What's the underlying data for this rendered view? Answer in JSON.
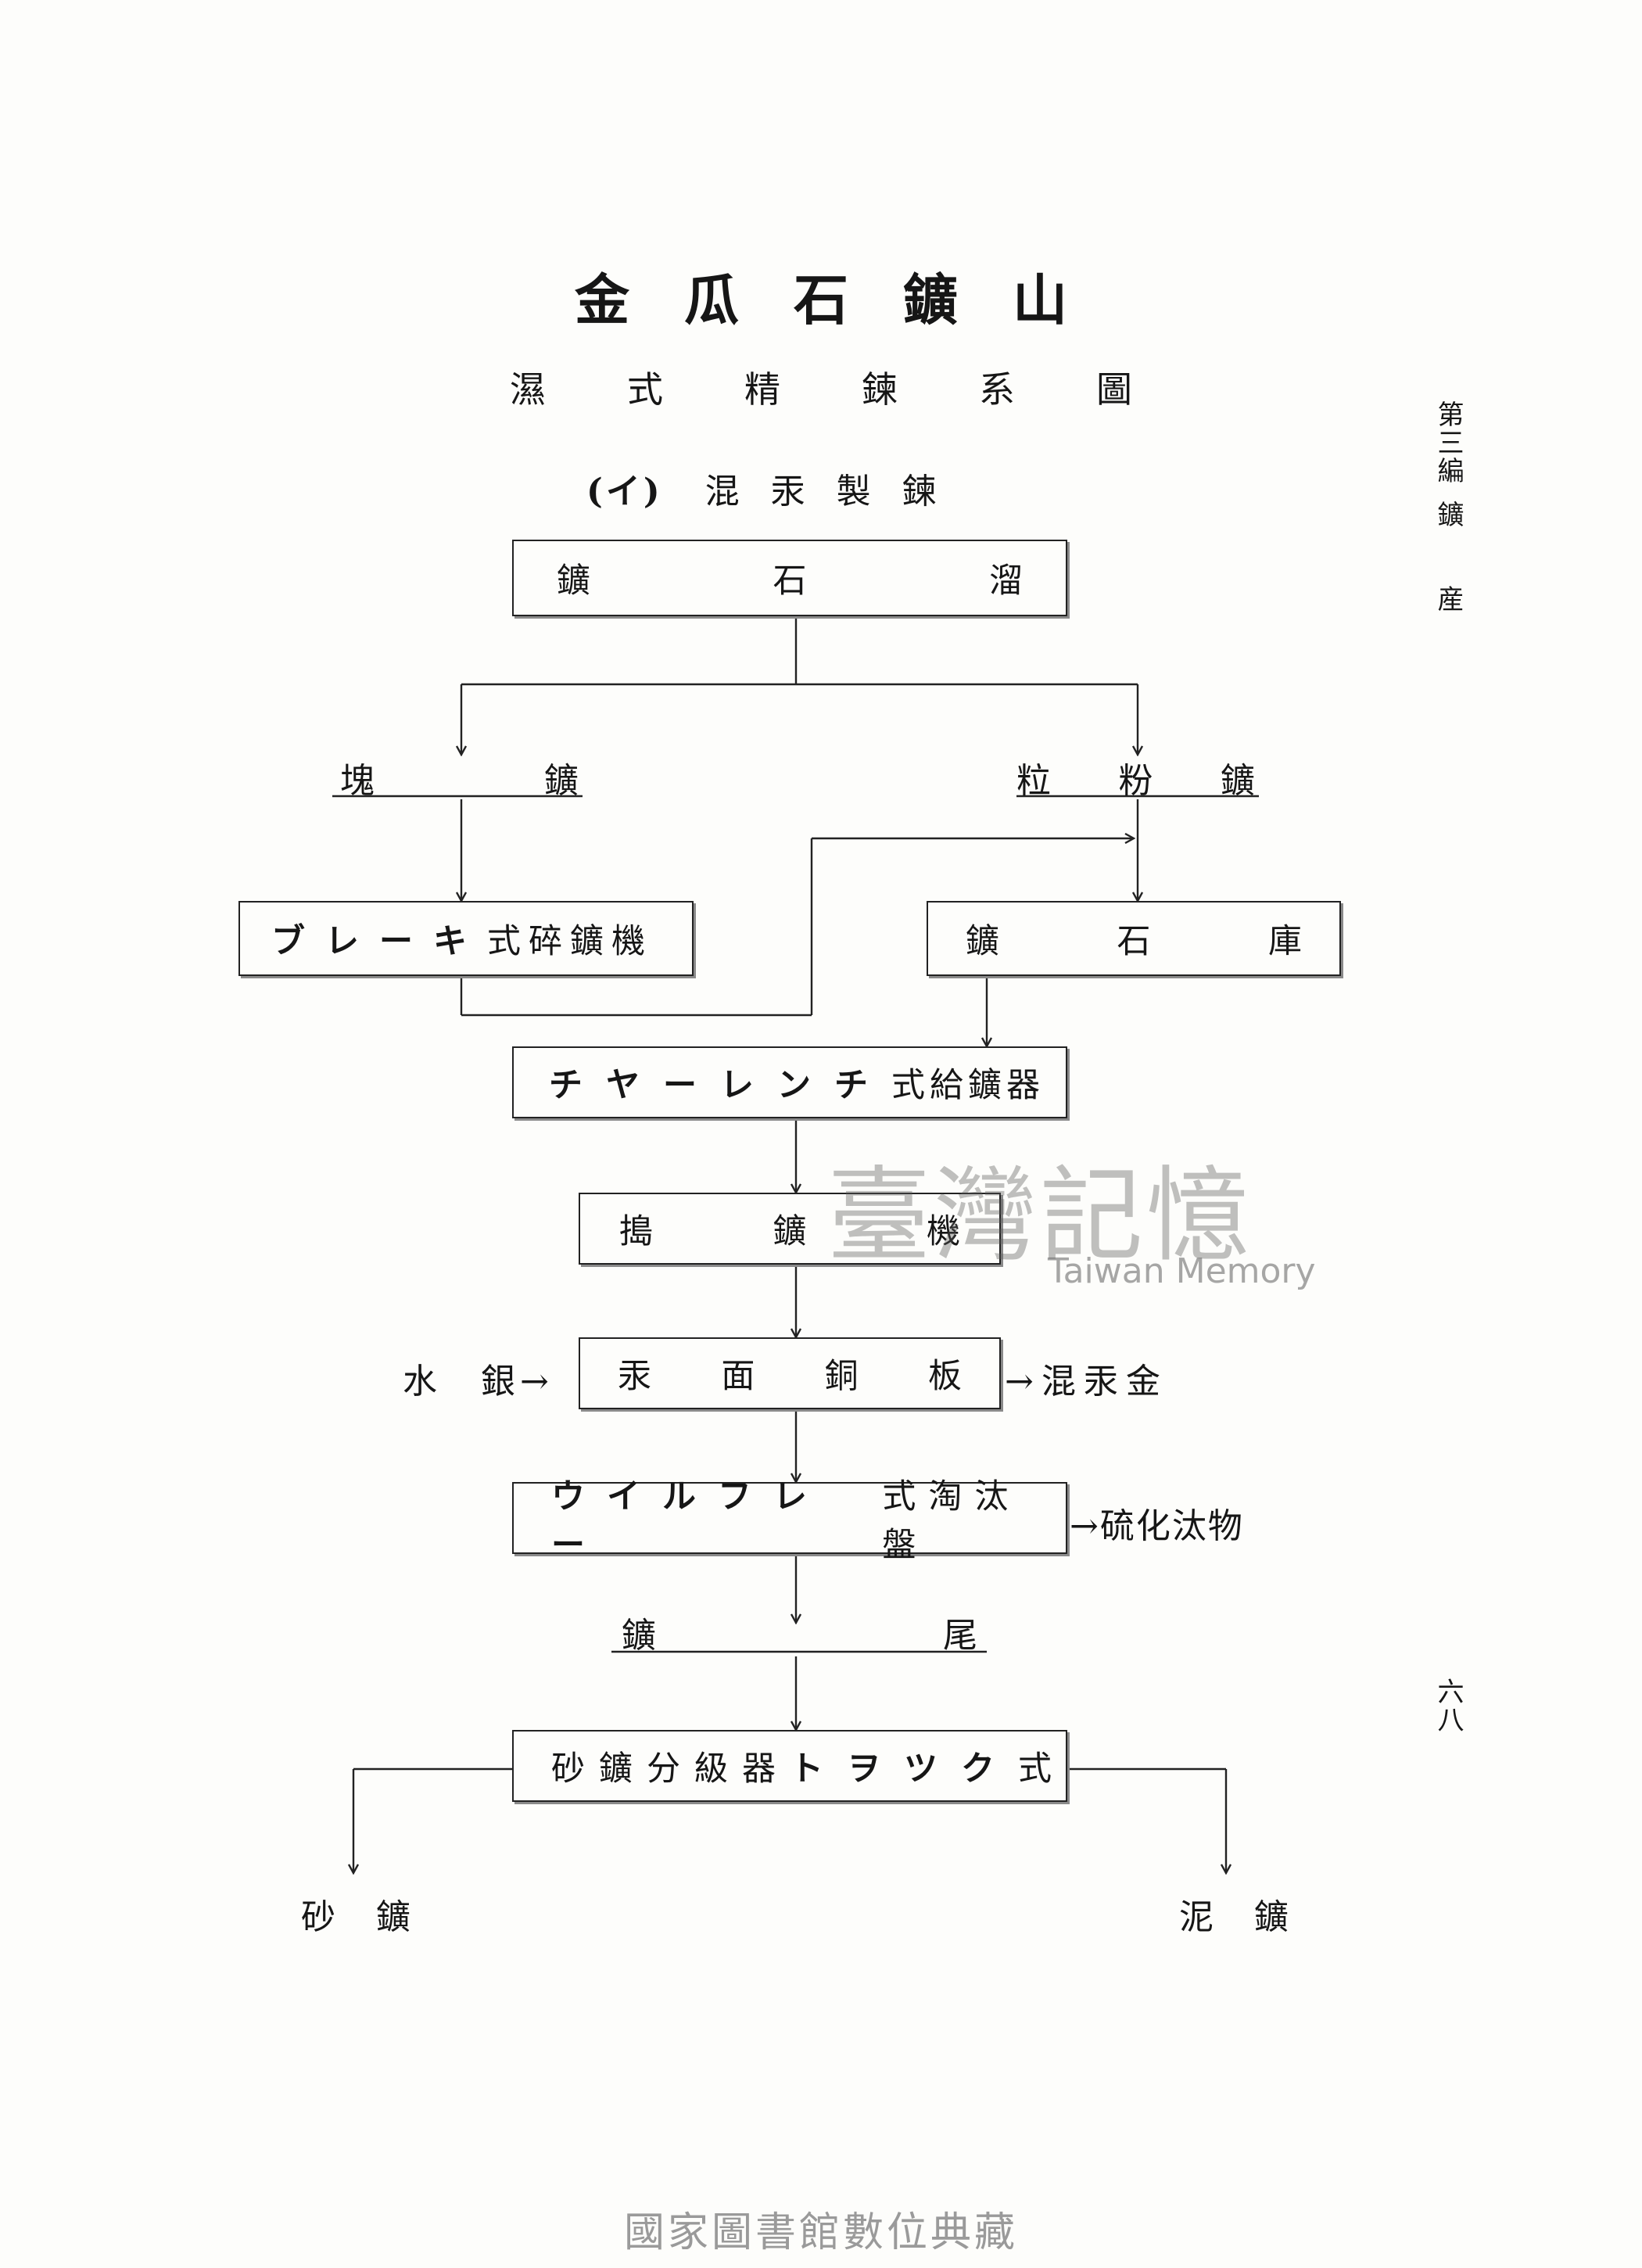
{
  "title": "金瓜石鑛山",
  "subtitle": "濕式精鍊系圖",
  "heading": {
    "marker": "(イ)",
    "text": "混汞製鍊"
  },
  "nodes": {
    "ore_hopper": [
      "鑛",
      "石",
      "溜"
    ],
    "lump_ore": [
      "塊",
      "鑛"
    ],
    "fine_ore": [
      "粒",
      "粉",
      "鑛"
    ],
    "crusher": {
      "kana": "ブレーキ",
      "kanji": "式碎鑛機"
    },
    "ore_bin": [
      "鑛",
      "石",
      "庫"
    ],
    "feeder": {
      "kana": "チヤーレンチ",
      "kanji": "式給鑛器"
    },
    "stamp_mill": [
      "搗",
      "鑛",
      "機"
    ],
    "amalgam_plate": [
      "汞",
      "面",
      "銅",
      "板"
    ],
    "mercury_in": "水　銀→",
    "amalgam_out": "→混汞金",
    "wilfley_table": {
      "kana": "ウイルフレー",
      "kanji": "式淘汰盤"
    },
    "sulfide_out": "→硫化汰物",
    "tailings": [
      "鑛",
      "尾"
    ],
    "classifier": {
      "kanji": "砂鑛分級器",
      "kana": "トヲツク",
      "suffix": "式"
    },
    "sand_ore": [
      "砂",
      "鑛"
    ],
    "slime_ore": [
      "泥",
      "鑛"
    ]
  },
  "margin": {
    "part": "第三編",
    "section": "鑛　　産",
    "page": "六八"
  },
  "watermark": {
    "cjk": "臺灣記憶",
    "en": "Taiwan Memory"
  },
  "footer": "國家圖書館數位典藏"
}
